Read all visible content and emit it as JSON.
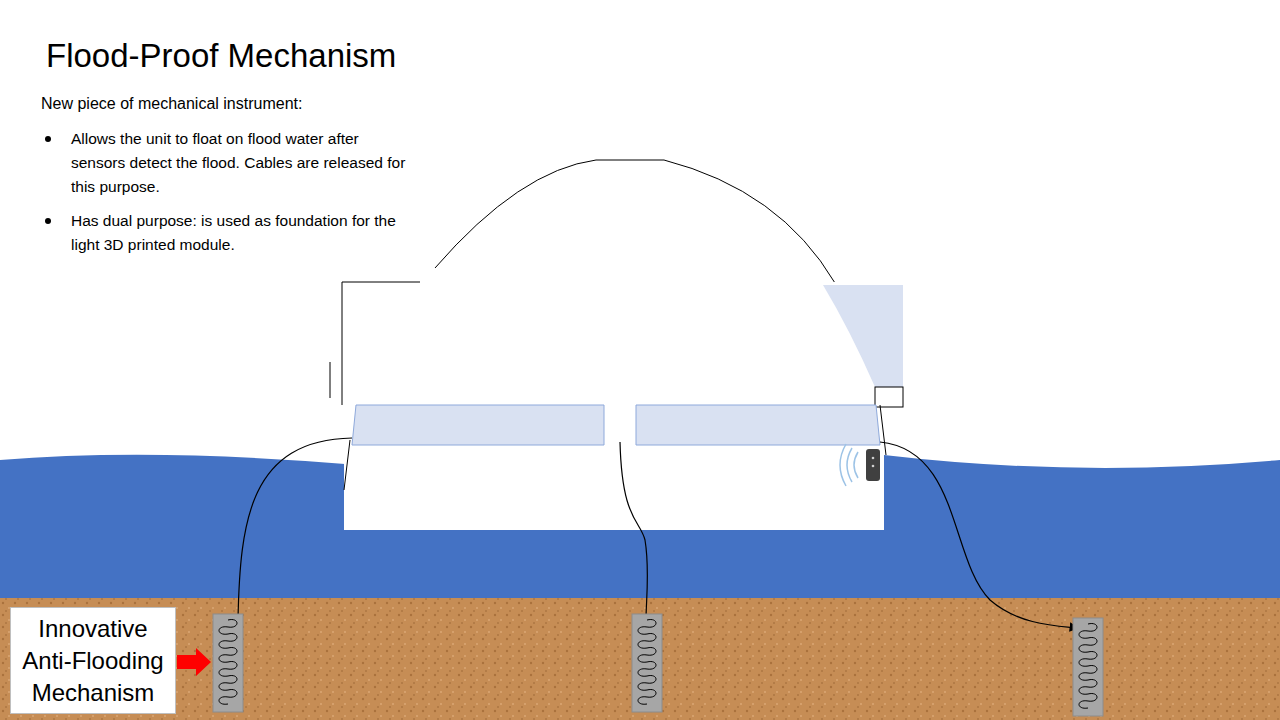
{
  "diagram": {
    "title": "Flood-Proof Mechanism",
    "nodes": [
      {
        "text": [
          "Innovative Anti-Flooding Mechanism"
        ]
      }
    ],
    "labels": [
      "New piece of mechanical instrument:",
      "Allows the unit to float on flood water after sensors detect the flood.  Cables are released for this purpose.",
      "Has dual purpose: is used as foundation for the light 3D printed module."
    ]
  }
}
